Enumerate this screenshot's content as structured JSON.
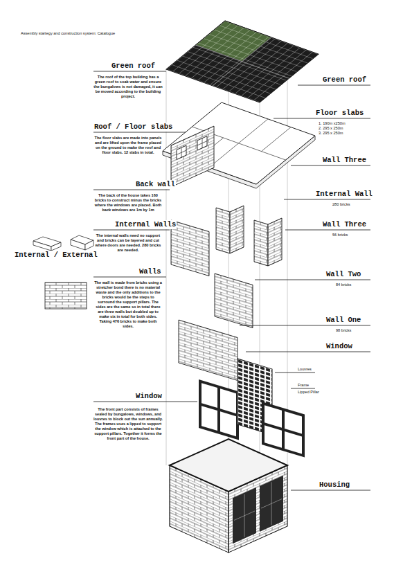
{
  "diagram": {
    "title": "Assembly startegy and construction system: Catalogue",
    "labels": [
      "Green roof",
      "The roof of the top building has a green roof to soak water and ensure the bungalows is not damaged, it can be moved according to the building project.",
      "Roof / Floor slabs",
      "The floor slabs are made into panels and are lifted upon the frame placed on the ground to make the roof and floor slabs. 12 slabs in total.",
      "Back wall",
      "The back of the house takes 160 bricks to construct minus the bricks where the windows are placed. Both back windows are 1m by 1m",
      "Internal Walls",
      "The internal walls need no support and bricks can be layered and cut where doors are needed. 280 bricks are needed.",
      "Internal / External",
      "Walls",
      "The wall is made from bricks using a stretcher bond there is no material waste and the only additions to the bricks would be the steps to surround the support pillars. The sides are the same so in total there are three walls but doubled up to make six in total for both sides. Taking 476 bricks to make both sides.",
      "Window",
      "The front part consists of frames sealed by bungalows, windows, and louvres to block out the sun annually. The frames uses a lipped to support the window which is attached to the support pillars. Together it forms the front part of the house.",
      "Green roof",
      "Floor slabs",
      "1. 190m x250m",
      "2. 295 x 250m",
      "3. 295 x 250m",
      "Wall Three",
      "Internal Wall",
      "280 bricks",
      "Wall Three",
      "56 bricks",
      "Wall Two",
      "84 bricks",
      "Wall One",
      "98 bricks",
      "Window",
      "Louvres",
      "Frame",
      "Lipped Pillar",
      "Housing"
    ]
  }
}
